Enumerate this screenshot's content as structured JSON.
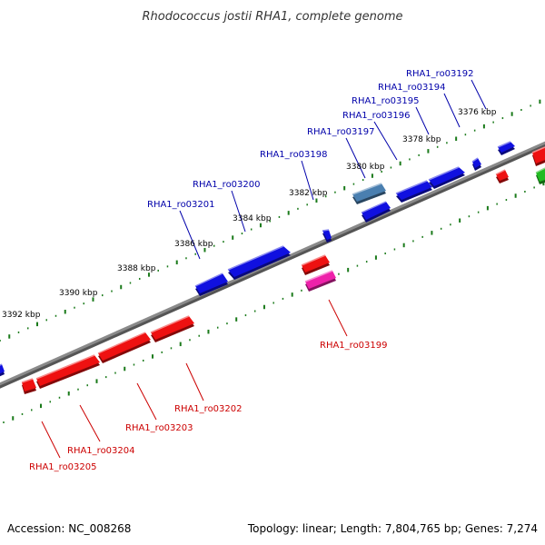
{
  "title": "Rhodococcus jostii RHA1, complete genome",
  "footer": {
    "accession": "Accession: NC_008268",
    "summary": "Topology: linear; Length: 7,804,765 bp; Genes: 7,274"
  },
  "colors": {
    "backbone": "#7a7a7a",
    "tick": "#1a7a1a",
    "forward_gene": "#1010e0",
    "forward_label": "#0000aa",
    "reverse_gene": "#ee1111",
    "reverse_label": "#cc0000",
    "highlight_gene": "#ee22aa",
    "steelblue_gene": "#4a7fb0",
    "green_gene": "#22bb22"
  },
  "scale_labels": [
    "3376 kbp",
    "3378 kbp",
    "3380 kbp",
    "3382 kbp",
    "3384 kbp",
    "3386 kbp",
    "3388 kbp",
    "3390 kbp",
    "3392 kbp"
  ],
  "forward_labels": [
    "RHA1_ro03192",
    "RHA1_ro03194",
    "RHA1_ro03195",
    "RHA1_ro03196",
    "RHA1_ro03197",
    "RHA1_ro03198",
    "RHA1_ro03200",
    "RHA1_ro03201"
  ],
  "reverse_labels": [
    "RHA1_ro03199",
    "RHA1_ro03202",
    "RHA1_ro03203",
    "RHA1_ro03204",
    "RHA1_ro03205"
  ]
}
